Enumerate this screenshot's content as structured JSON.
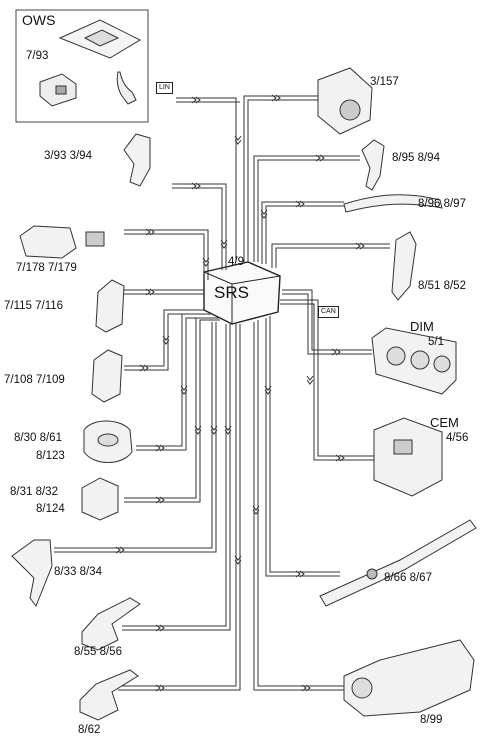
{
  "central_unit": {
    "label": "SRS",
    "ref": "4/9"
  },
  "ows": {
    "title": "OWS",
    "ref": "7/93"
  },
  "bus_badges": {
    "lin": "LIN",
    "can": "CAN"
  },
  "components": {
    "c3_157": "3/157",
    "c8_95": "8/95  8/94",
    "c8_96": "8/96  8/97",
    "c8_51": "8/51  8/52",
    "dim_title": "DIM",
    "dim_ref": "5/1",
    "cem_title": "CEM",
    "cem_ref": "4/56",
    "c8_66": "8/66  8/67",
    "c8_99": "8/99",
    "c3_93": "3/93  3/94",
    "c7_178": "7/178  7/179",
    "c7_115": "7/115  7/116",
    "c7_108": "7/108  7/109",
    "c8_30_a": "8/30  8/61",
    "c8_30_b": "8/123",
    "c8_31_a": "8/31  8/32",
    "c8_31_b": "8/124",
    "c8_33": "8/33  8/34",
    "c8_55": "8/55  8/56",
    "c8_62": "8/62"
  },
  "colors": {
    "line": "#333333",
    "background": "#ffffff"
  }
}
